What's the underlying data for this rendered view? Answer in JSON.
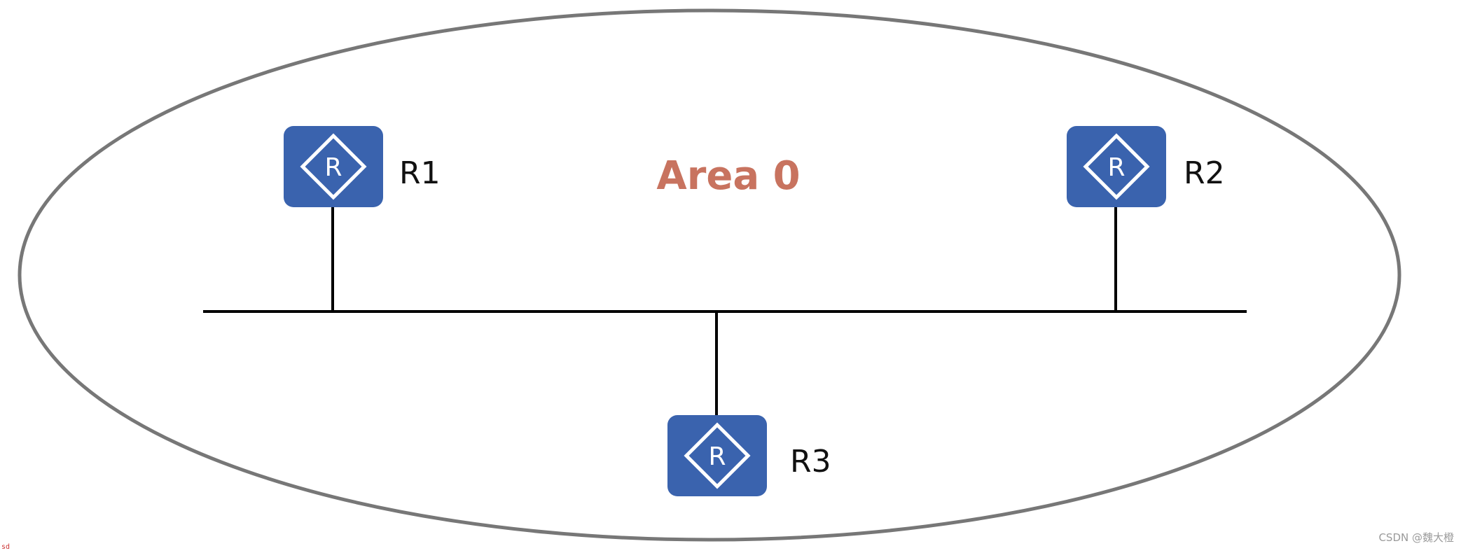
{
  "area": {
    "label": "Area 0",
    "color": "#c8735f",
    "border_color": "#777777"
  },
  "routers": [
    {
      "label": "R1",
      "icon": "router-icon",
      "color": "#3a63ae"
    },
    {
      "label": "R2",
      "icon": "router-icon",
      "color": "#3a63ae"
    },
    {
      "label": "R3",
      "icon": "router-icon",
      "color": "#3a63ae"
    }
  ],
  "link_color": "#000000",
  "corner_mark": "sd",
  "watermark": "CSDN @魏大橙"
}
